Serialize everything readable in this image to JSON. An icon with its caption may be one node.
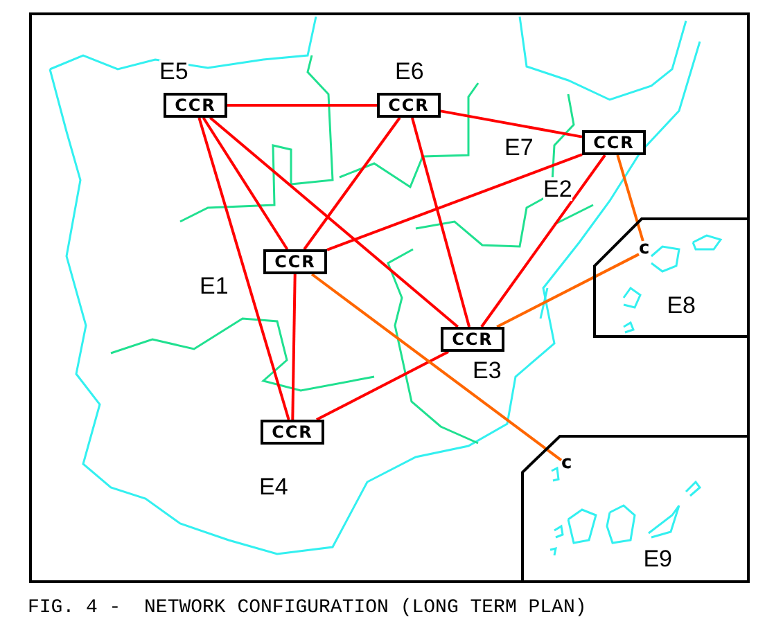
{
  "diagram": {
    "caption": "FIG. 4 -  NETWORK CONFIGURATION (LONG TERM PLAN)",
    "nodes": [
      {
        "text": [
          "CCR"
        ]
      },
      {
        "text": [
          "CCR"
        ]
      },
      {
        "text": [
          "CCR"
        ]
      },
      {
        "text": [
          "CCR"
        ]
      },
      {
        "text": [
          "E8"
        ]
      },
      {
        "text": [
          "c"
        ],
        "in": 4
      },
      {
        "text": [
          "CCR"
        ]
      },
      {
        "text": [
          "CCR"
        ]
      },
      {
        "text": [
          "E9"
        ]
      },
      {
        "text": [
          "c"
        ],
        "in": 8
      }
    ],
    "edges": [
      {
        "from": 0,
        "to": 1,
        "arrow": "none"
      },
      {
        "from": 0,
        "to": 3,
        "arrow": "none"
      },
      {
        "from": 0,
        "to": 7,
        "arrow": "none"
      },
      {
        "from": 0,
        "to": 6,
        "arrow": "none"
      },
      {
        "from": 1,
        "to": 3,
        "arrow": "none"
      },
      {
        "from": 1,
        "to": 6,
        "arrow": "none"
      },
      {
        "from": 1,
        "to": 2,
        "arrow": "none"
      },
      {
        "from": 2,
        "to": 3,
        "arrow": "none"
      },
      {
        "from": 2,
        "to": 6,
        "arrow": "none"
      },
      {
        "from": 3,
        "to": 7,
        "arrow": "none"
      },
      {
        "from": 6,
        "to": 7,
        "arrow": "none"
      },
      {
        "from": 2,
        "to": 5,
        "arrow": "none",
        "color": "#ff6600"
      },
      {
        "from": 6,
        "to": 5,
        "arrow": "none",
        "color": "#ff6600"
      },
      {
        "from": 3,
        "to": 9,
        "arrow": "none",
        "color": "#ff6600"
      }
    ],
    "labels": [
      "E5",
      "E6",
      "E7",
      "E2",
      "E1",
      "E3",
      "E4"
    ]
  }
}
